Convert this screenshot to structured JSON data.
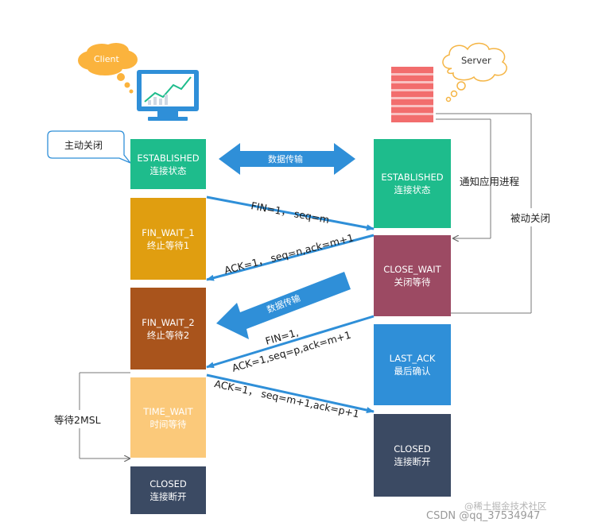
{
  "client": {
    "label": "Client",
    "annotation": "主动关闭",
    "states": [
      {
        "name": "ESTABLISHED",
        "desc": "连接状态",
        "color": "#1ebc8c"
      },
      {
        "name": "FIN_WAIT_1",
        "desc": "终止等待1",
        "color": "#e09e10"
      },
      {
        "name": "FIN_WAIT_2",
        "desc": "终止等待2",
        "color": "#a9541c"
      },
      {
        "name": "TIME_WAIT",
        "desc": "时间等待",
        "color": "#fbc97a"
      },
      {
        "name": "CLOSED",
        "desc": "连接断开",
        "color": "#3b4a63"
      }
    ],
    "wait_label": "等待2MSL"
  },
  "server": {
    "label": "Server",
    "states": [
      {
        "name": "ESTABLISHED",
        "desc": "连接状态",
        "color": "#1ebc8c"
      },
      {
        "name": "CLOSE_WAIT",
        "desc": "关闭等待",
        "color": "#9c4a63"
      },
      {
        "name": "LAST_ACK",
        "desc": "最后确认",
        "color": "#2f8fd8"
      },
      {
        "name": "CLOSED",
        "desc": "连接断开",
        "color": "#3b4a63"
      }
    ],
    "notify_label": "通知应用进程",
    "passive_label": "被动关闭"
  },
  "data_transfer_label": "数据传输",
  "data_transfer_label_2": "数据传输",
  "messages": {
    "fin1": "FIN=1，  seq=m",
    "ack1": "ACK=1，  seq=n,ack=m+1",
    "fin2_line1": "FIN=1,",
    "fin2_line2": "ACK=1,seq=p,ack=m+1",
    "ack2": "ACK=1，  seq=m+1,ack=p+1"
  },
  "watermark": "CSDN @qq_37534947",
  "watermark_2": "@稀土掘金技术社区",
  "colors": {
    "arrow": "#2f8fd8",
    "accent": "#1ebc8c"
  }
}
